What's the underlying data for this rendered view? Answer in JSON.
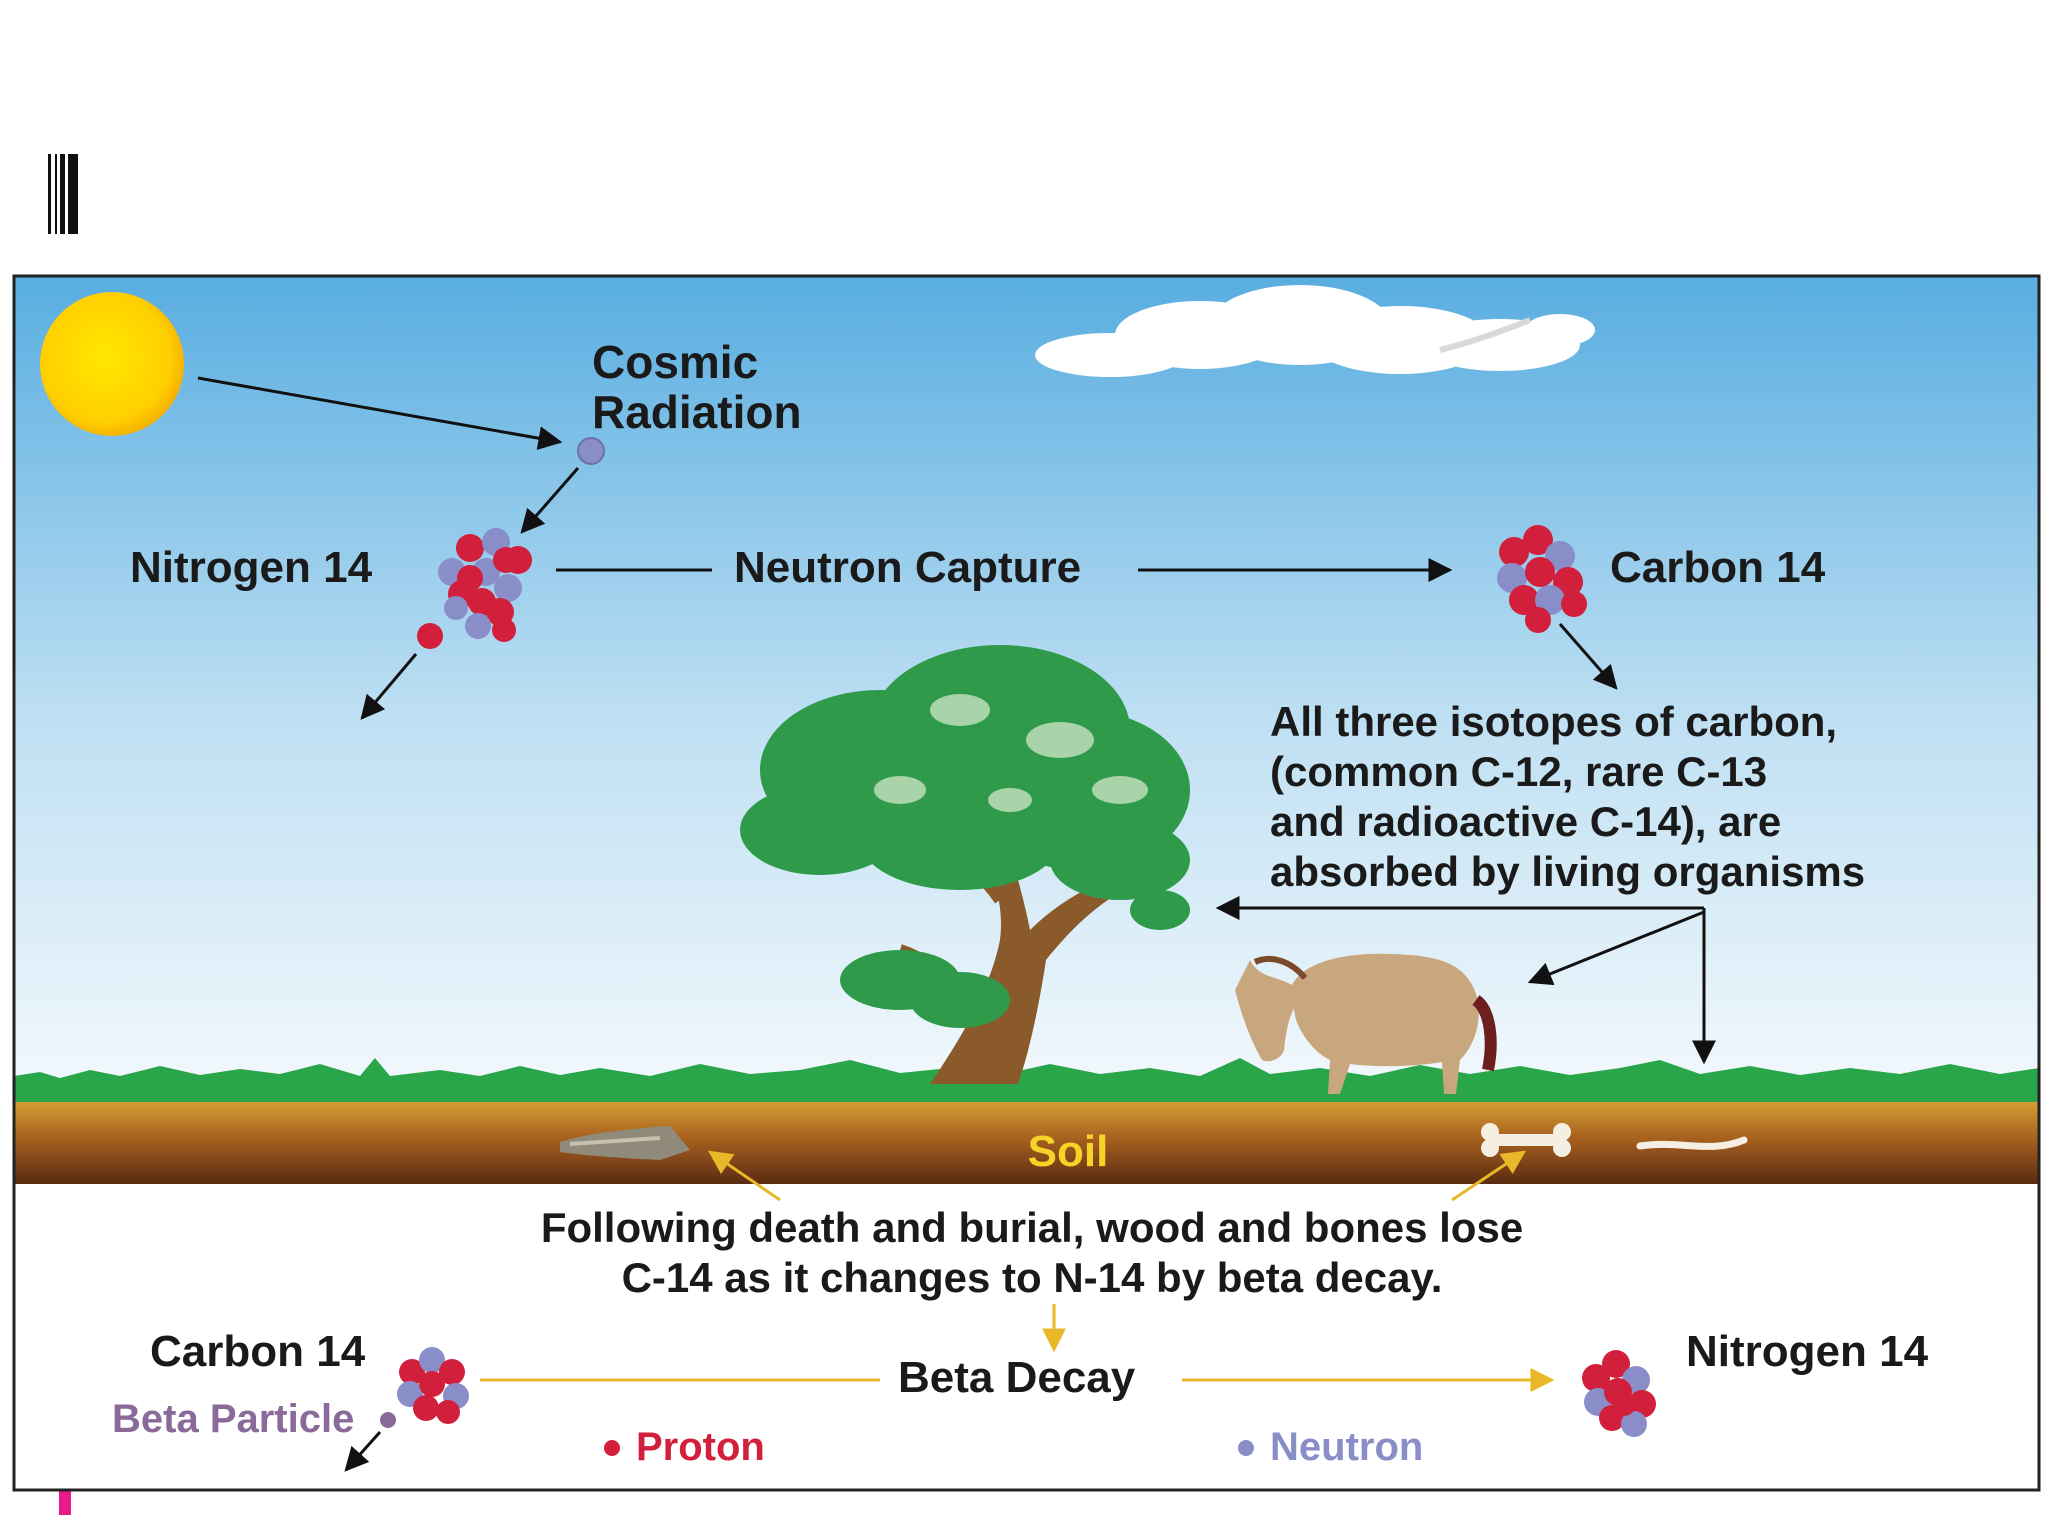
{
  "labels": {
    "cosmic_line1": "Cosmic",
    "cosmic_line2": "Radiation",
    "nitrogen_top": "Nitrogen 14",
    "neutron_capture": "Neutron Capture",
    "carbon_top": "Carbon 14",
    "absorb_line1": "All three isotopes of carbon,",
    "absorb_line2": "(common C-12, rare C-13",
    "absorb_line3": "and radioactive C-14), are",
    "absorb_line4": "absorbed by living organisms",
    "soil": "Soil",
    "burial_line1": "Following death and burial, wood and bones lose",
    "burial_line2": "C-14 as it changes to N-14 by beta decay.",
    "carbon_bottom": "Carbon 14",
    "beta_particle": "Beta Particle",
    "beta_decay": "Beta Decay",
    "nitrogen_bottom": "Nitrogen 14",
    "proton": "Proton",
    "neutron": "Neutron"
  },
  "colors": {
    "proton": "#d21f3c",
    "neutron": "#8a8ec8",
    "soil_label": "#f5d327",
    "decay_arrow": "#e8b828",
    "grass": "#2aa64a",
    "sky_top": "#5aaee0",
    "slide_marker": "#e8198a"
  },
  "icons": {
    "sun": "sun-icon",
    "cloud": "cloud-icon",
    "tree": "tree-icon",
    "horse": "horse-icon",
    "bone": "bone-icon",
    "wood": "wood-fragment-icon"
  }
}
